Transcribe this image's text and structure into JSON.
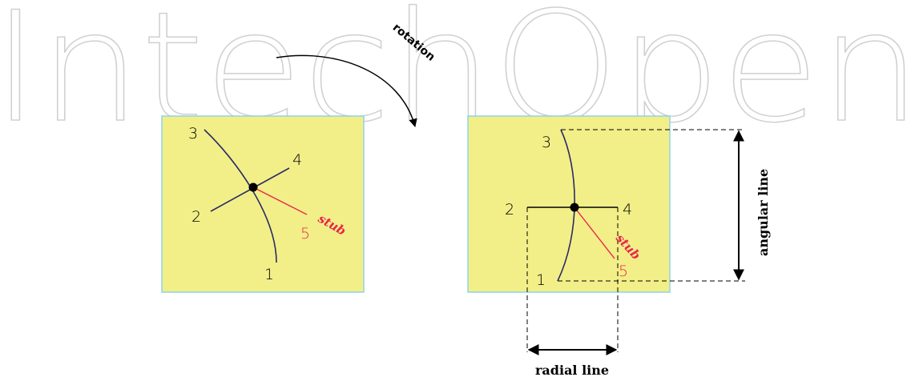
{
  "watermark": {
    "text": "IntechOpen"
  },
  "rotation_label": "rotation",
  "left_panel": {
    "labels": {
      "n1": "1",
      "n2": "2",
      "n3": "3",
      "n4": "4",
      "n5": "5",
      "stub": "stub"
    }
  },
  "right_panel": {
    "labels": {
      "n1": "1",
      "n2": "2",
      "n3": "3",
      "n4": "4",
      "n5": "5",
      "stub": "stub"
    },
    "angular_label": "angular line",
    "radial_label": "radial line"
  },
  "colors": {
    "panel_fill": "#f2ef88",
    "panel_border": "#8fd3e8",
    "curve": "#2b2b66",
    "stub": "#e8264a",
    "watermark": "#d0d0d0",
    "ink": "#000000"
  }
}
